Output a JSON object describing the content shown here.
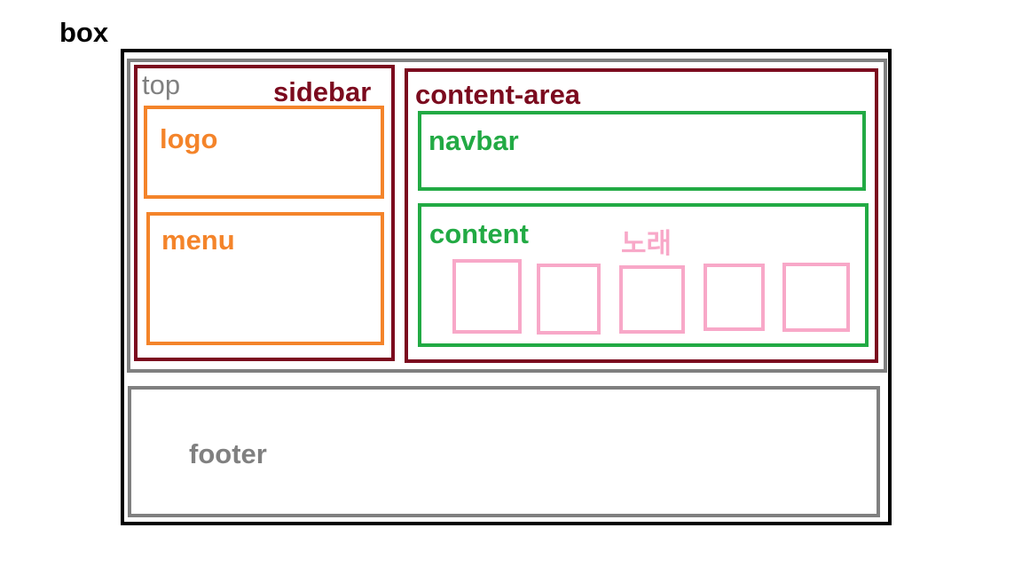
{
  "labels": {
    "box": "box",
    "top": "top",
    "sidebar": "sidebar",
    "logo": "logo",
    "menu": "menu",
    "content_area": "content-area",
    "navbar": "navbar",
    "content": "content",
    "song": "노래",
    "footer": "footer"
  },
  "song_item_count": 5,
  "colors": {
    "box": "#000000",
    "top_footer": "#808080",
    "sidebar_content_area": "#7b0a1e",
    "logo_menu": "#f4842a",
    "navbar_content": "#22aa44",
    "song_items": "#f8a8c8"
  }
}
